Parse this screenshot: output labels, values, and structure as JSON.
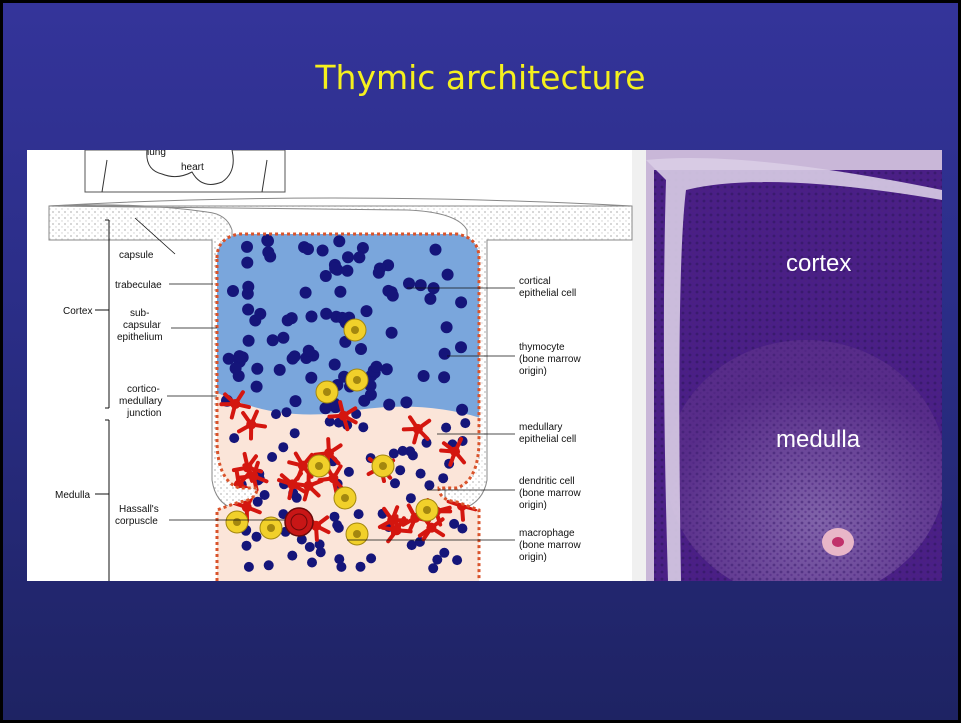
{
  "slide": {
    "title": "Thymic architecture"
  },
  "diagram": {
    "top_labels": {
      "lung": "lung",
      "heart": "heart"
    },
    "regions": {
      "cortex": "Cortex",
      "medulla": "Medulla"
    },
    "left_labels": {
      "capsule": "capsule",
      "trabeculae": "trabeculae",
      "subcapsular_1": "sub-",
      "subcapsular_2": "capsular",
      "subcapsular_3": "epithelium",
      "cmj_1": "cortico-",
      "cmj_2": "medullary",
      "cmj_3": "junction",
      "hassall_1": "Hassall's",
      "hassall_2": "corpuscle"
    },
    "right_labels": {
      "cortical_1": "cortical",
      "cortical_2": "epithelial cell",
      "thymocyte_1": "thymocyte",
      "thymocyte_2": "(bone marrow",
      "thymocyte_3": "origin)",
      "medullary_1": "medullary",
      "medullary_2": "epithelial cell",
      "dendritic_1": "dendritic cell",
      "dendritic_2": "(bone marrow",
      "dendritic_3": "origin)",
      "macrophage_1": "macrophage",
      "macrophage_2": "(bone marrow",
      "macrophage_3": "origin)"
    },
    "colors": {
      "cortex_fill": "#7aa6dc",
      "thymocyte": "#15157a",
      "dendritic": "#d4160f",
      "macrophage": "#f1d02a",
      "capsule_dots": "#d9d9d9",
      "medulla_bg": "#f7cdbd"
    }
  },
  "micrograph": {
    "cortex_label": "cortex",
    "medulla_label": "medulla"
  }
}
